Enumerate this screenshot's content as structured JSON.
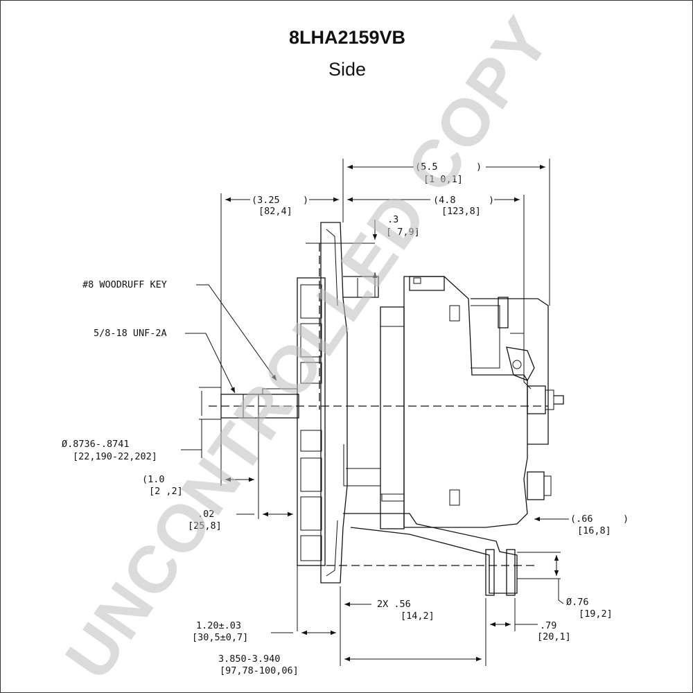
{
  "header": {
    "part_number": "8LHA2159VB",
    "view": "Side"
  },
  "callouts": {
    "woodruff_key": "#8 WOODRUFF KEY",
    "thread": "5/8-18 UNF-2A"
  },
  "dimensions": {
    "overall_length": {
      "inch": "(5.5",
      "close": ")",
      "mm": "[1 0,1]"
    },
    "front_extent": {
      "inch": "(3.25",
      "close": ")",
      "mm": "[82,4]"
    },
    "body_length": {
      "inch": "(4.8",
      "close": ")",
      "mm": "[123,8]"
    },
    "flange_offset": {
      "inch": ".3",
      "mm": "[ 7,9]"
    },
    "shaft_diameter": {
      "inch": "Ø.8736-.8741",
      "mm": "[22,190-22,202]"
    },
    "shaft_length": {
      "inch": "(1.0",
      "mm": "[2 ,2]"
    },
    "key_offset": {
      "inch": ".02",
      "mm": "[25,8]"
    },
    "terminal_offset": {
      "inch": "(.66",
      "close": ")",
      "mm": "[16,8]"
    },
    "mount_spacing": {
      "inch": "2X .56",
      "mm": "[14,2]"
    },
    "mount_bore": {
      "inch": "Ø.76",
      "mm": "[19,2]"
    },
    "flange_thickness": {
      "inch": "1.20±.03",
      "mm": "[30,5±0,7]"
    },
    "ear_width": {
      "inch": ".79",
      "mm": "[20,1]"
    },
    "mount_length": {
      "inch": "3.850-3.940",
      "mm": "[97,78-100,06]"
    }
  },
  "watermark": "UNCONTROLLED COPY"
}
